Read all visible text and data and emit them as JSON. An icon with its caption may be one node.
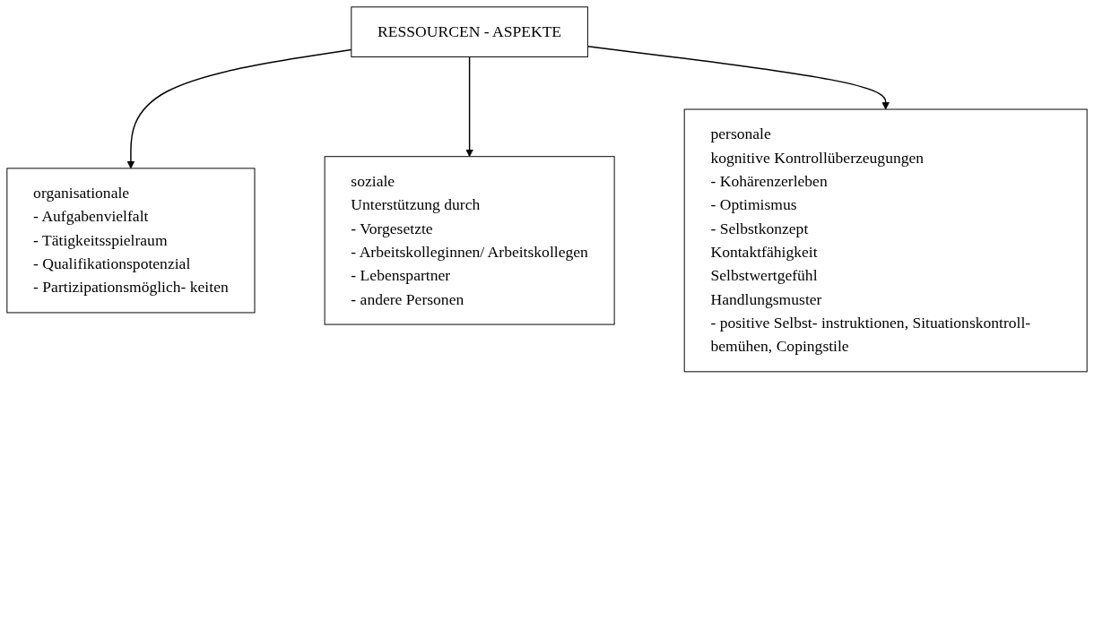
{
  "diagram": {
    "nodes": [
      {
        "text": [
          "RESSOURCEN - ASPEKTE"
        ]
      },
      {
        "text": [
          "organisationale",
          "- Aufgabenvielfalt",
          "- Tätigkeitsspielraum",
          "- Qualifikationspotenzial",
          "- Partizipationsmöglich- keiten"
        ]
      },
      {
        "text": [
          "soziale",
          "Unterstützung durch",
          "- Vorgesetzte",
          "- Arbeitskolleginnen/ Arbeitskollegen",
          "- Lebenspartner",
          "- andere Personen"
        ]
      },
      {
        "text": [
          "personale",
          "kognitive Kontrollüberzeugungen",
          "- Kohärenzerleben",
          "- Optimismus",
          "- Selbstkonzept",
          "Kontaktfähigkeit",
          "Selbstwertgefühl",
          "Handlungsmuster",
          "- positive Selbst- instruktionen, Situationskontroll- bemühen, Copingstile"
        ]
      }
    ],
    "edges": [
      {
        "from": 0,
        "to": 1,
        "arrow": "to"
      },
      {
        "from": 0,
        "to": 2,
        "arrow": "to"
      },
      {
        "from": 0,
        "to": 3,
        "arrow": "to"
      }
    ]
  }
}
